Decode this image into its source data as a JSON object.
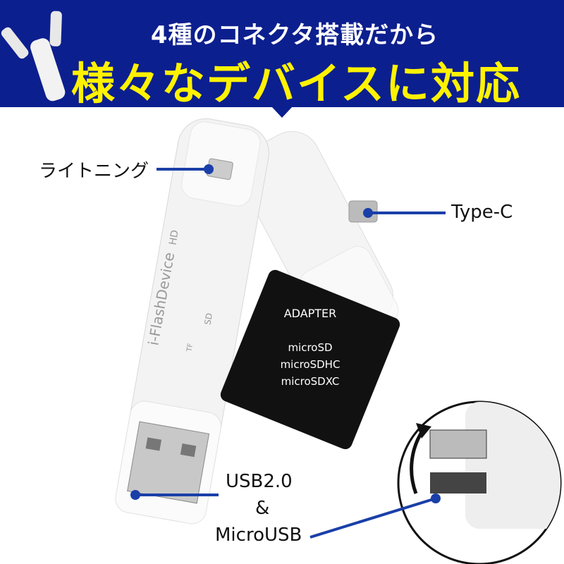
{
  "banner": {
    "subtitle": "4種のコネクタ搭載だから",
    "headline": "様々なデバイスに対応",
    "background": "#0c1f8e",
    "headline_color": "#fff200"
  },
  "device": {
    "brand": "i-FlashDevice",
    "brand_badge": "HD",
    "slot_sd": "SD",
    "slot_tf": "TF",
    "adapter": {
      "title": "ADAPTER",
      "lines": [
        "microSD",
        "microSDHC",
        "microSDXC"
      ]
    }
  },
  "labels": {
    "lightning": "ライトニング",
    "type_c": "Type-C",
    "usb": "USB2.0",
    "amp": "&",
    "micro_usb": "MicroUSB"
  },
  "accent": "#1a3fa8"
}
